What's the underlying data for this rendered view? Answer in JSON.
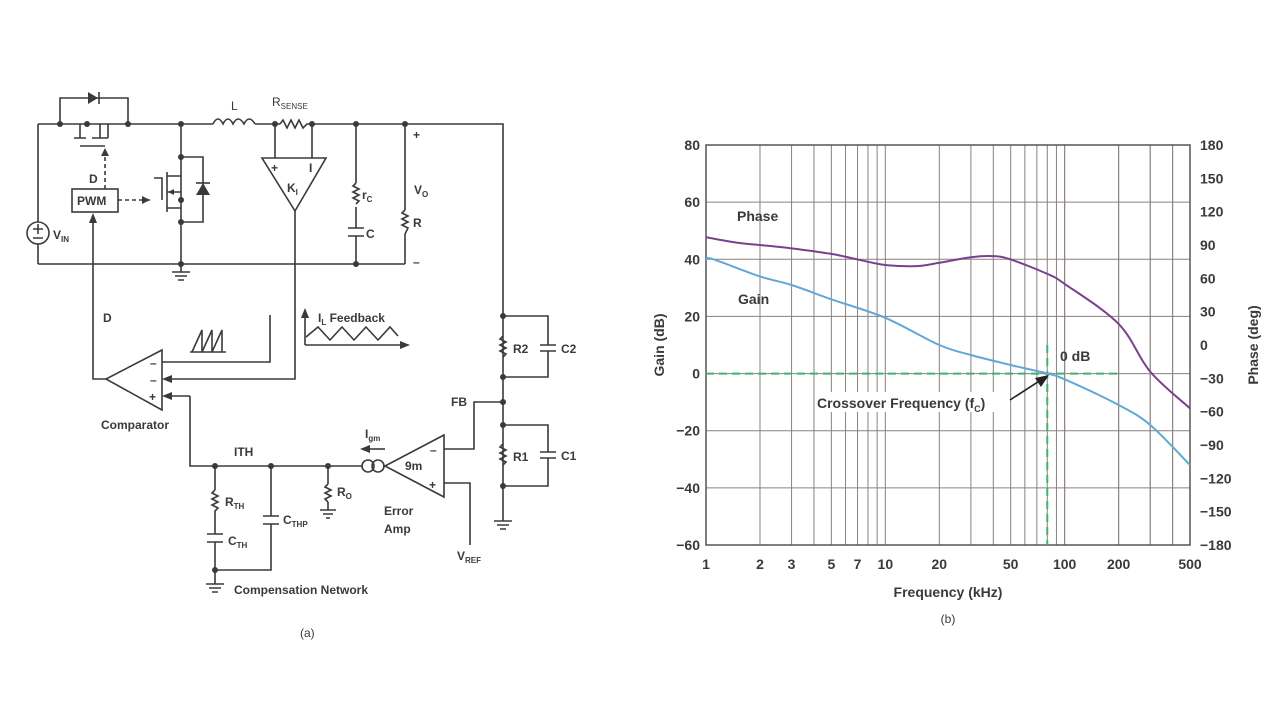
{
  "circuit": {
    "caption": "(a)",
    "labels": {
      "L": "L",
      "rsense_main": "R",
      "rsense_sub": "SENSE",
      "ki_main": "K",
      "ki_sub": "I",
      "ki_plus": "+",
      "ki_minus": "I",
      "rc_main": "r",
      "rc_sub": "C",
      "c": "C",
      "vo_main": "V",
      "vo_sub": "O",
      "r": "R",
      "plus": "+",
      "minus": "–",
      "vin_main": "V",
      "vin_sub": "IN",
      "pwm": "PWM",
      "d_top": "D",
      "d_left": "D",
      "il_main": "I",
      "il_sub": "L",
      "il_text": " Feedback",
      "comparator": "Comparator",
      "comp_minus1": "–",
      "comp_minus2": "–",
      "comp_plus": "+",
      "ith": "ITH",
      "rth_main": "R",
      "rth_sub": "TH",
      "cth_main": "C",
      "cth_sub": "TH",
      "cthp_main": "C",
      "cthp_sub": "THP",
      "ro_main": "R",
      "ro_sub": "O",
      "igm_main": "I",
      "igm_sub": "gm",
      "gm": "9m",
      "ea_minus": "–",
      "ea_plus": "+",
      "error_amp_1": "Error",
      "error_amp_2": "Amp",
      "vref_main": "V",
      "vref_sub": "REF",
      "fb": "FB",
      "r2": "R2",
      "c2": "C2",
      "r1": "R1",
      "c1": "C1",
      "comp_network": "Compensation Network"
    }
  },
  "chart_data": {
    "type": "line",
    "caption": "(b)",
    "xlabel": "Frequency (kHz)",
    "ylabel": "Gain (dB)",
    "y2label": "Phase (deg)",
    "xscale": "log",
    "xlim": [
      1,
      500
    ],
    "ylim": [
      -60,
      80
    ],
    "y2lim": [
      -180,
      180
    ],
    "grid": true,
    "xticks": [
      1,
      2,
      3,
      5,
      7,
      10,
      20,
      50,
      100,
      200,
      500
    ],
    "yticks": [
      80,
      60,
      40,
      20,
      0,
      -20,
      -40,
      -60
    ],
    "y2ticks": [
      180,
      150,
      120,
      90,
      60,
      30,
      0,
      -30,
      -60,
      -90,
      -120,
      -150,
      -180
    ],
    "series": [
      {
        "name": "Phase",
        "axis": "right",
        "color": "#7b3f8f",
        "x": [
          1,
          1.5,
          2,
          3,
          5,
          7,
          10,
          15,
          20,
          30,
          40,
          50,
          80,
          100,
          200,
          300,
          500
        ],
        "y": [
          97,
          92,
          90,
          87,
          82,
          77,
          72,
          71,
          74,
          79,
          80,
          77,
          64,
          55,
          19,
          -24,
          -57
        ]
      },
      {
        "name": "Gain",
        "axis": "left",
        "color": "#5fa8d8",
        "x": [
          1,
          1.1,
          2,
          3,
          5,
          10,
          20,
          30,
          50,
          80,
          100,
          200,
          300,
          500
        ],
        "y": [
          40,
          40,
          34,
          31,
          26,
          19.5,
          10,
          6.5,
          3,
          0,
          -2,
          -11,
          -18,
          -32
        ]
      }
    ],
    "annotations": {
      "phase_label": "Phase",
      "gain_label": "Gain",
      "zero_db": "0 dB",
      "crossover_main": "Crossover Frequency (f",
      "crossover_sub": "C",
      "crossover_end": ")",
      "crossover_freq": 80,
      "guide_color": "#3cb371"
    }
  }
}
